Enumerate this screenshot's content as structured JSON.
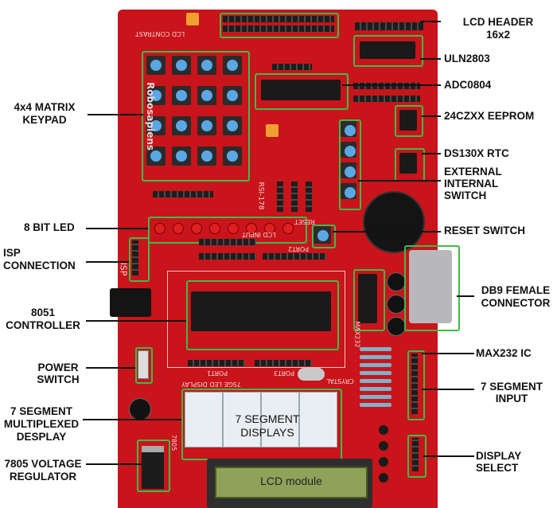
{
  "labels": {
    "lcd_header": "LCD HEADER\n16x2",
    "uln2803": "ULN2803",
    "adc0804": "ADC0804",
    "eeprom": "24CZXX EEPROM",
    "rtc": "DS130X RTC",
    "ext_int_switch": "EXTERNAL\nINTERNAL\nSWITCH",
    "reset_switch": "RESET SWITCH",
    "db9": "DB9 FEMALE\nCONNECTOR",
    "max232": "MAX232 IC",
    "seg_input": "7 SEGMENT\nINPUT",
    "display_select": "DISPLAY\nSELECT",
    "keypad": "4x4 MATRIX\nKEYPAD",
    "led8": "8 BIT LED",
    "isp": "ISP\nCONNECTION",
    "controller": "8051\nCONTROLLER",
    "power_switch": "POWER\nSWITCH",
    "seg_mux": "7 SEGMENT\nMULTIPLEXED\nDESPLAY",
    "regulator": "7805 VOLTAGE\nREGULATOR",
    "seg_displays": "7 SEGMENT\nDISPLAYS",
    "lcd_module": "LCD module"
  },
  "silkscreen": {
    "brand": "Robosapiens",
    "board_id": "RSI-178",
    "lcd_contrast": "LCD CONTRAST",
    "reset": "RESET",
    "lcd_input": "LCD INPUT",
    "port1": "PORT1",
    "port2": "PORT2",
    "port3": "PORT3",
    "max232_chip": "MAX232",
    "seg_display": "7SGE LED DISPLAY",
    "crystal": "CRYSTAL",
    "isp_mark": "ISP",
    "reg_mark": "7805"
  },
  "colors": {
    "board": "#c8141a",
    "highlight_box": "#3dbb4a",
    "key_button": "#5aa7e6",
    "lcd_screen": "#8fa25a"
  }
}
